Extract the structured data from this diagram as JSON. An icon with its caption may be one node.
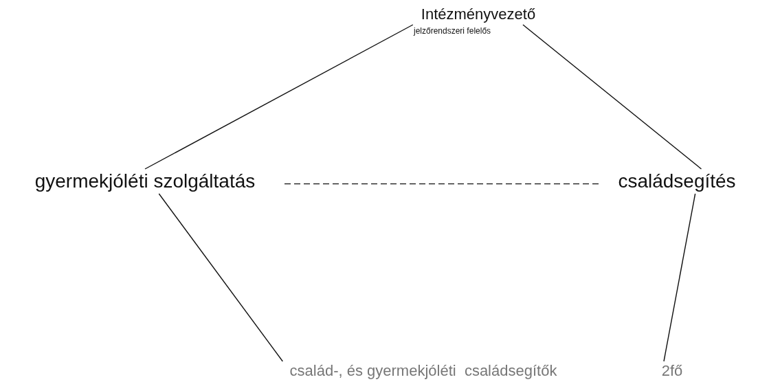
{
  "diagram": {
    "nodes": [
      {
        "text": [
          "Intézményvezető"
        ],
        "beside": [
          "jelzőrendszeri felelős"
        ]
      },
      {
        "text": [
          "gyermekjóléti szolgáltatás"
        ]
      },
      {
        "text": [
          "családsegítés"
        ]
      },
      {
        "text": [
          "család-, és gyermekjóléti  családsegítők"
        ]
      },
      {
        "text": [
          "2fő"
        ]
      }
    ],
    "edges": [
      {
        "from": 0,
        "to": 1,
        "arrow": "none"
      },
      {
        "from": 0,
        "to": 2,
        "arrow": "none"
      },
      {
        "from": 1,
        "to": 2,
        "arrow": "none",
        "style": "dashed"
      },
      {
        "from": 1,
        "to": 3,
        "arrow": "none"
      },
      {
        "from": 2,
        "to": 4,
        "arrow": "none"
      }
    ]
  }
}
